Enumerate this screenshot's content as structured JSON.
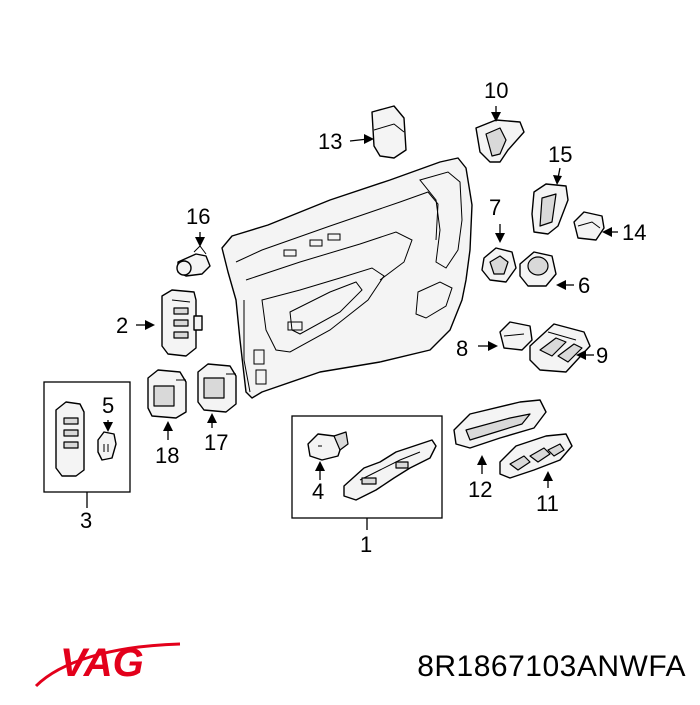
{
  "diagram": {
    "callouts": [
      "1",
      "2",
      "3",
      "4",
      "5",
      "6",
      "7",
      "8",
      "9",
      "10",
      "11",
      "12",
      "13",
      "14",
      "15",
      "16",
      "17",
      "18"
    ]
  },
  "brand": {
    "logo_text": "VAG",
    "logo_color": "#e3001b"
  },
  "part_number": "8R1867103ANWFA"
}
